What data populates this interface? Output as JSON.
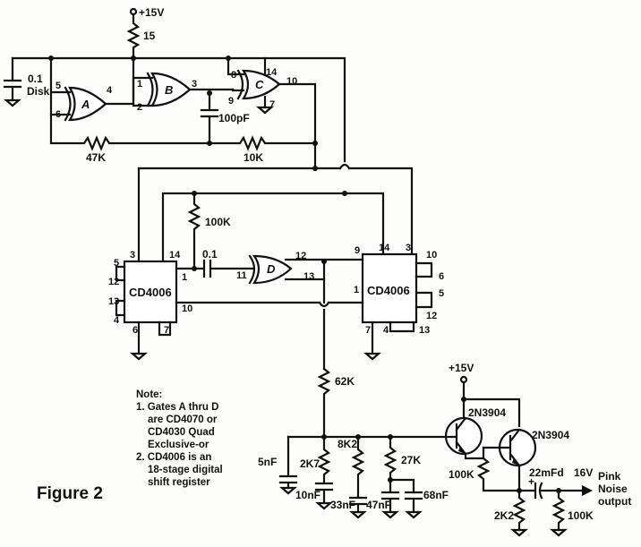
{
  "figure_title": "Figure 2",
  "labels": {
    "v15_top": "+15V",
    "v15_bottom": "+15V"
  },
  "gates": {
    "a": "A",
    "b": "B",
    "c": "C",
    "d": "D"
  },
  "chips": {
    "left": "CD4006",
    "right": "CD4006"
  },
  "components": {
    "r15": "15",
    "c_disk_value": "0.1",
    "c_disk_type": "Disk",
    "c_100pf": "100pF",
    "r47k": "47K",
    "r10k": "10K",
    "r100k_mid": "100K",
    "c_01_mid": "0.1",
    "r62k": "62K",
    "c5nf": "5nF",
    "r2k7": "2K7",
    "c10nf": "10nF",
    "r8k2": "8K2",
    "c33nf": "33nF",
    "r27k": "27K",
    "c47nf": "47nF",
    "c68nf": "68nF",
    "q1": "2N3904",
    "q2": "2N3904",
    "r100k_q": "100K",
    "r2k2": "2K2",
    "c22mfd": "22mFd",
    "c22mfd_voltage": "16V",
    "r100k_out": "100K"
  },
  "output": {
    "line1": "Pink",
    "line2": "Noise",
    "line3": "output"
  },
  "notes": {
    "heading": "Note:",
    "lines": [
      "1. Gates A thru D",
      "are CD4070 or",
      "CD4030 Quad",
      "Exclusive-or",
      "2. CD4006 is an",
      "18-stage digital",
      "shift register"
    ]
  }
}
